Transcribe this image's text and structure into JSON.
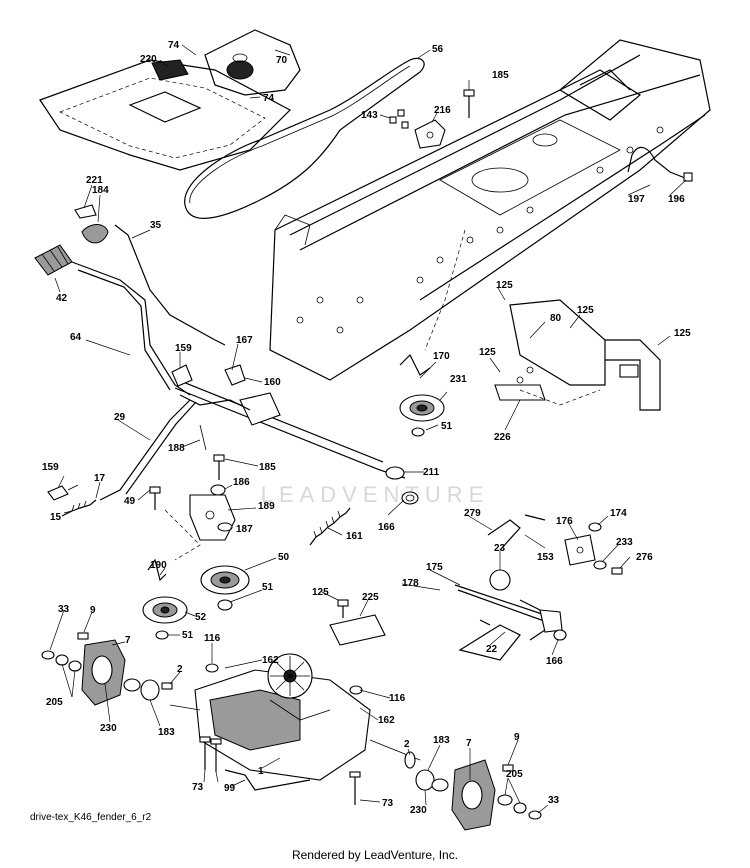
{
  "watermark": "LEADVENTURE",
  "drawing_code": "drive-tex_K46_fender_6_r2",
  "footer": "Rendered by LeadVenture, Inc.",
  "callouts": [
    {
      "id": "74a",
      "text": "74"
    },
    {
      "id": "70",
      "text": "70"
    },
    {
      "id": "220",
      "text": "220"
    },
    {
      "id": "74b",
      "text": "74"
    },
    {
      "id": "56",
      "text": "56"
    },
    {
      "id": "185a",
      "text": "185"
    },
    {
      "id": "143",
      "text": "143"
    },
    {
      "id": "216",
      "text": "216"
    },
    {
      "id": "197",
      "text": "197"
    },
    {
      "id": "196",
      "text": "196"
    },
    {
      "id": "221",
      "text": "221"
    },
    {
      "id": "184",
      "text": "184"
    },
    {
      "id": "35",
      "text": "35"
    },
    {
      "id": "42",
      "text": "42"
    },
    {
      "id": "125a",
      "text": "125"
    },
    {
      "id": "125b",
      "text": "125"
    },
    {
      "id": "80",
      "text": "80"
    },
    {
      "id": "125c",
      "text": "125"
    },
    {
      "id": "125d",
      "text": "125"
    },
    {
      "id": "64",
      "text": "64"
    },
    {
      "id": "167",
      "text": "167"
    },
    {
      "id": "159a",
      "text": "159"
    },
    {
      "id": "160",
      "text": "160"
    },
    {
      "id": "170",
      "text": "170"
    },
    {
      "id": "231",
      "text": "231"
    },
    {
      "id": "51a",
      "text": "51"
    },
    {
      "id": "226",
      "text": "226"
    },
    {
      "id": "29",
      "text": "29"
    },
    {
      "id": "188",
      "text": "188"
    },
    {
      "id": "185b",
      "text": "185"
    },
    {
      "id": "211",
      "text": "211"
    },
    {
      "id": "159b",
      "text": "159"
    },
    {
      "id": "186",
      "text": "186"
    },
    {
      "id": "17",
      "text": "17"
    },
    {
      "id": "49",
      "text": "49"
    },
    {
      "id": "15",
      "text": "15"
    },
    {
      "id": "189",
      "text": "189"
    },
    {
      "id": "166a",
      "text": "166"
    },
    {
      "id": "187",
      "text": "187"
    },
    {
      "id": "161",
      "text": "161"
    },
    {
      "id": "279",
      "text": "279"
    },
    {
      "id": "176",
      "text": "176"
    },
    {
      "id": "174",
      "text": "174"
    },
    {
      "id": "23",
      "text": "23"
    },
    {
      "id": "153",
      "text": "153"
    },
    {
      "id": "233",
      "text": "233"
    },
    {
      "id": "276",
      "text": "276"
    },
    {
      "id": "190",
      "text": "190"
    },
    {
      "id": "50",
      "text": "50"
    },
    {
      "id": "175",
      "text": "175"
    },
    {
      "id": "51b",
      "text": "51"
    },
    {
      "id": "178",
      "text": "178"
    },
    {
      "id": "125e",
      "text": "125"
    },
    {
      "id": "225",
      "text": "225"
    },
    {
      "id": "33a",
      "text": "33"
    },
    {
      "id": "9a",
      "text": "9"
    },
    {
      "id": "52",
      "text": "52"
    },
    {
      "id": "7a",
      "text": "7"
    },
    {
      "id": "51c",
      "text": "51"
    },
    {
      "id": "22",
      "text": "22"
    },
    {
      "id": "166b",
      "text": "166"
    },
    {
      "id": "116a",
      "text": "116"
    },
    {
      "id": "162a",
      "text": "162"
    },
    {
      "id": "2a",
      "text": "2"
    },
    {
      "id": "205a",
      "text": "205"
    },
    {
      "id": "116b",
      "text": "116"
    },
    {
      "id": "230a",
      "text": "230"
    },
    {
      "id": "183a",
      "text": "183"
    },
    {
      "id": "162b",
      "text": "162"
    },
    {
      "id": "9b",
      "text": "9"
    },
    {
      "id": "7b",
      "text": "7"
    },
    {
      "id": "183b",
      "text": "183"
    },
    {
      "id": "2b",
      "text": "2"
    },
    {
      "id": "1",
      "text": "1"
    },
    {
      "id": "205b",
      "text": "205"
    },
    {
      "id": "73a",
      "text": "73"
    },
    {
      "id": "99",
      "text": "99"
    },
    {
      "id": "73b",
      "text": "73"
    },
    {
      "id": "230b",
      "text": "230"
    },
    {
      "id": "33b",
      "text": "33"
    }
  ]
}
